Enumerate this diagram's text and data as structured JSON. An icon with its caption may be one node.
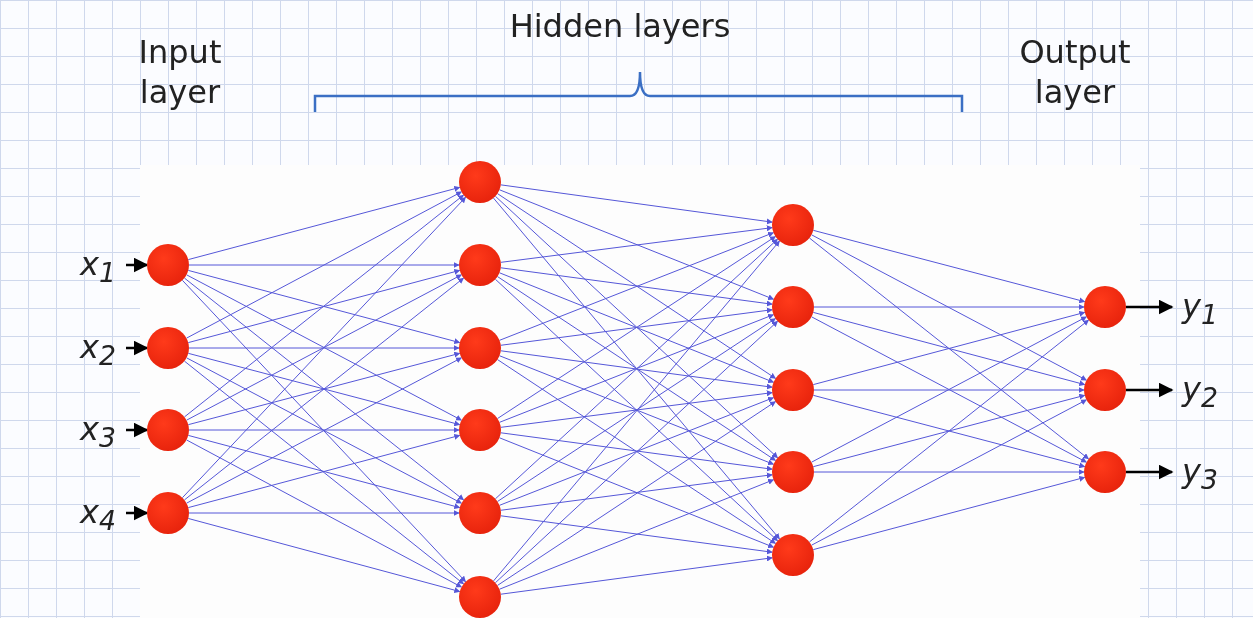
{
  "diagram": {
    "nodes": [
      {
        "text": [
          "x$_{1}$"
        ]
      },
      {
        "text": [
          "x$_{2}$"
        ]
      },
      {
        "text": [
          "x$_{3}$"
        ]
      },
      {
        "text": [
          "x$_{4}$"
        ]
      },
      {
        "text": [],
        "shape": "circle"
      },
      {
        "text": [],
        "shape": "circle"
      },
      {
        "text": [],
        "shape": "circle"
      },
      {
        "text": [],
        "shape": "circle"
      },
      {
        "text": [],
        "shape": "circle"
      },
      {
        "text": [],
        "shape": "circle"
      },
      {
        "text": [],
        "shape": "circle"
      },
      {
        "text": [],
        "shape": "circle"
      },
      {
        "text": [],
        "shape": "circle"
      },
      {
        "text": [],
        "shape": "circle"
      },
      {
        "text": [],
        "shape": "circle"
      },
      {
        "text": [],
        "shape": "circle"
      },
      {
        "text": [],
        "shape": "circle"
      },
      {
        "text": [],
        "shape": "circle"
      },
      {
        "text": [],
        "shape": "circle"
      },
      {
        "text": [],
        "shape": "circle"
      },
      {
        "text": [],
        "shape": "circle"
      },
      {
        "text": [],
        "shape": "circle"
      },
      {
        "text": [
          "y$_{1}$"
        ]
      },
      {
        "text": [
          "y$_{2}$"
        ]
      },
      {
        "text": [
          "y$_{3}$"
        ]
      }
    ],
    "edges": [
      {
        "from": 0,
        "to": 4,
        "arrow": "to",
        "color": "#000000"
      },
      {
        "from": 1,
        "to": 5,
        "arrow": "to",
        "color": "#000000"
      },
      {
        "from": 2,
        "to": 6,
        "arrow": "to",
        "color": "#000000"
      },
      {
        "from": 3,
        "to": 7,
        "arrow": "to",
        "color": "#000000"
      },
      {
        "from": 4,
        "to": 8,
        "arrow": "to"
      },
      {
        "from": 4,
        "to": 9,
        "arrow": "to"
      },
      {
        "from": 4,
        "to": 10,
        "arrow": "to"
      },
      {
        "from": 4,
        "to": 11,
        "arrow": "to"
      },
      {
        "from": 4,
        "to": 12,
        "arrow": "to"
      },
      {
        "from": 4,
        "to": 13,
        "arrow": "to"
      },
      {
        "from": 5,
        "to": 8,
        "arrow": "to"
      },
      {
        "from": 5,
        "to": 9,
        "arrow": "to"
      },
      {
        "from": 5,
        "to": 10,
        "arrow": "to"
      },
      {
        "from": 5,
        "to": 11,
        "arrow": "to"
      },
      {
        "from": 5,
        "to": 12,
        "arrow": "to"
      },
      {
        "from": 5,
        "to": 13,
        "arrow": "to"
      },
      {
        "from": 6,
        "to": 8,
        "arrow": "to"
      },
      {
        "from": 6,
        "to": 9,
        "arrow": "to"
      },
      {
        "from": 6,
        "to": 10,
        "arrow": "to"
      },
      {
        "from": 6,
        "to": 11,
        "arrow": "to"
      },
      {
        "from": 6,
        "to": 12,
        "arrow": "to"
      },
      {
        "from": 6,
        "to": 13,
        "arrow": "to"
      },
      {
        "from": 7,
        "to": 8,
        "arrow": "to"
      },
      {
        "from": 7,
        "to": 9,
        "arrow": "to"
      },
      {
        "from": 7,
        "to": 10,
        "arrow": "to"
      },
      {
        "from": 7,
        "to": 11,
        "arrow": "to"
      },
      {
        "from": 7,
        "to": 12,
        "arrow": "to"
      },
      {
        "from": 7,
        "to": 13,
        "arrow": "to"
      },
      {
        "from": 8,
        "to": 14,
        "arrow": "to"
      },
      {
        "from": 8,
        "to": 15,
        "arrow": "to"
      },
      {
        "from": 8,
        "to": 16,
        "arrow": "to"
      },
      {
        "from": 8,
        "to": 17,
        "arrow": "to"
      },
      {
        "from": 8,
        "to": 18,
        "arrow": "to"
      },
      {
        "from": 9,
        "to": 14,
        "arrow": "to"
      },
      {
        "from": 9,
        "to": 15,
        "arrow": "to"
      },
      {
        "from": 9,
        "to": 16,
        "arrow": "to"
      },
      {
        "from": 9,
        "to": 17,
        "arrow": "to"
      },
      {
        "from": 9,
        "to": 18,
        "arrow": "to"
      },
      {
        "from": 10,
        "to": 14,
        "arrow": "to"
      },
      {
        "from": 10,
        "to": 15,
        "arrow": "to"
      },
      {
        "from": 10,
        "to": 16,
        "arrow": "to"
      },
      {
        "from": 10,
        "to": 17,
        "arrow": "to"
      },
      {
        "from": 10,
        "to": 18,
        "arrow": "to"
      },
      {
        "from": 11,
        "to": 14,
        "arrow": "to"
      },
      {
        "from": 11,
        "to": 15,
        "arrow": "to"
      },
      {
        "from": 11,
        "to": 16,
        "arrow": "to"
      },
      {
        "from": 11,
        "to": 17,
        "arrow": "to"
      },
      {
        "from": 11,
        "to": 18,
        "arrow": "to"
      },
      {
        "from": 12,
        "to": 14,
        "arrow": "to"
      },
      {
        "from": 12,
        "to": 15,
        "arrow": "to"
      },
      {
        "from": 12,
        "to": 16,
        "arrow": "to"
      },
      {
        "from": 12,
        "to": 17,
        "arrow": "to"
      },
      {
        "from": 12,
        "to": 18,
        "arrow": "to"
      },
      {
        "from": 13,
        "to": 14,
        "arrow": "to"
      },
      {
        "from": 13,
        "to": 15,
        "arrow": "to"
      },
      {
        "from": 13,
        "to": 16,
        "arrow": "to"
      },
      {
        "from": 13,
        "to": 17,
        "arrow": "to"
      },
      {
        "from": 13,
        "to": 18,
        "arrow": "to"
      },
      {
        "from": 14,
        "to": 19,
        "arrow": "to"
      },
      {
        "from": 14,
        "to": 20,
        "arrow": "to"
      },
      {
        "from": 14,
        "to": 21,
        "arrow": "to"
      },
      {
        "from": 15,
        "to": 19,
        "arrow": "to"
      },
      {
        "from": 15,
        "to": 20,
        "arrow": "to"
      },
      {
        "from": 15,
        "to": 21,
        "arrow": "to"
      },
      {
        "from": 16,
        "to": 19,
        "arrow": "to"
      },
      {
        "from": 16,
        "to": 20,
        "arrow": "to"
      },
      {
        "from": 16,
        "to": 21,
        "arrow": "to"
      },
      {
        "from": 17,
        "to": 19,
        "arrow": "to"
      },
      {
        "from": 17,
        "to": 20,
        "arrow": "to"
      },
      {
        "from": 17,
        "to": 21,
        "arrow": "to"
      },
      {
        "from": 18,
        "to": 19,
        "arrow": "to"
      },
      {
        "from": 18,
        "to": 20,
        "arrow": "to"
      },
      {
        "from": 18,
        "to": 21,
        "arrow": "to"
      },
      {
        "from": 19,
        "to": 22,
        "arrow": "to",
        "color": "#000000"
      },
      {
        "from": 20,
        "to": 23,
        "arrow": "to",
        "color": "#000000"
      },
      {
        "from": 21,
        "to": 24,
        "arrow": "to",
        "color": "#000000"
      }
    ],
    "labels": [
      "Input layer",
      "Hidden layers",
      "Output layer"
    ]
  }
}
